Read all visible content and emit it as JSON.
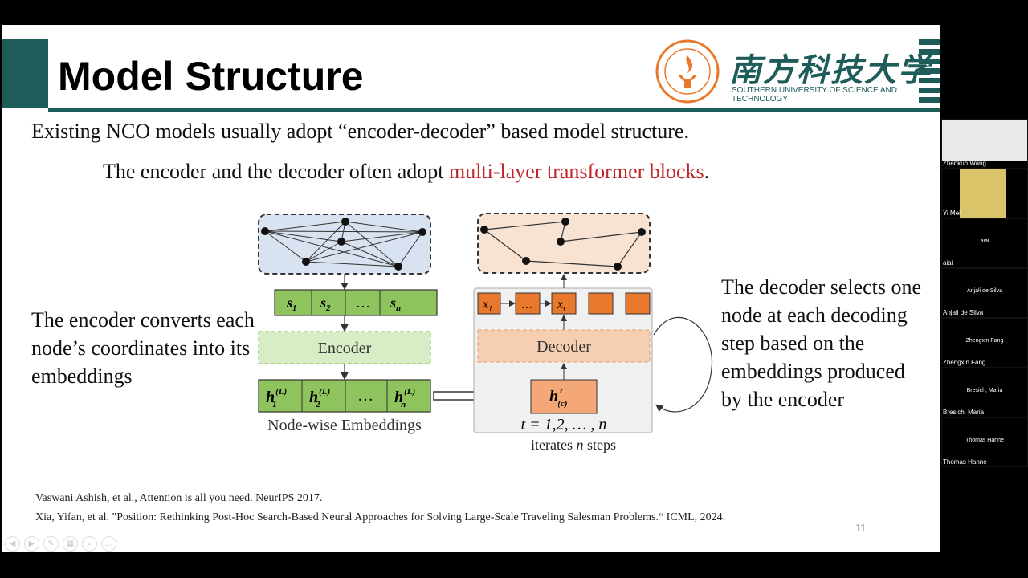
{
  "slide": {
    "title": "Model Structure",
    "university": {
      "name_cn": "南方科技大学",
      "name_en": "SOUTHERN UNIVERSITY OF SCIENCE AND TECHNOLOGY"
    },
    "line1": "Existing NCO models usually adopt “encoder-decoder” based model structure.",
    "line2_prefix": "The encoder and the decoder often adopt ",
    "line2_highlight": "multi-layer transformer blocks",
    "line2_suffix": ".",
    "left_note": "The encoder converts each node’s coordinates into its embeddings",
    "right_note": "The decoder selects one node at each decoding step based on the embeddings produced by the encoder",
    "diagram": {
      "encoder_label": "Encoder",
      "decoder_label": "Decoder",
      "inputs": [
        "s",
        "s",
        "…",
        "s"
      ],
      "input_subscripts": [
        "1",
        "2",
        "",
        "n"
      ],
      "embeddings": [
        "h",
        "h",
        "…",
        "h"
      ],
      "embedding_subscripts": [
        "1",
        "2",
        "",
        "n"
      ],
      "embedding_superscript": "(L)",
      "embeddings_caption": "Node-wise Embeddings",
      "decoder_outputs": [
        "x",
        "…",
        "x"
      ],
      "decoder_output_subscripts": [
        "1",
        "",
        "t"
      ],
      "context_symbol": "h",
      "context_sup": "t",
      "context_sub": "(c)",
      "loop_text": "t = 1,2, … , n",
      "iter_prefix": "iterates ",
      "iter_var": "n",
      "iter_suffix": " steps"
    },
    "references": [
      "Vaswani Ashish, et al., Attention is all you need. NeurIPS 2017.",
      "Xia, Yifan, et al. \"Position: Rethinking Post-Hoc Search-Based Neural Approaches for Solving Large-Scale Traveling Salesman Problems.“ ICML, 2024."
    ],
    "page_number": "11"
  },
  "participants": [
    {
      "name": "Zhenkun Wang",
      "video": true
    },
    {
      "name": "Yi Mei",
      "video": true
    },
    {
      "name": "aiai",
      "center_name": "aiai",
      "video": false
    },
    {
      "name": "Anjali de Silva",
      "center_name": "Anjali de Silva",
      "video": false
    },
    {
      "name": "Zhengxin Fang",
      "center_name": "Zhengxin Fang",
      "video": false
    },
    {
      "name": "Bresich, Maria",
      "center_name": "Bresich, Maria",
      "video": false
    },
    {
      "name": "Thomas Hanne",
      "center_name": "Thomas Hanne",
      "video": false
    }
  ],
  "colors": {
    "accent": "#1e5c5a",
    "highlight_red": "#c0252a",
    "node_green": "#8fc35e",
    "decoder_orange": "#e8792c"
  }
}
